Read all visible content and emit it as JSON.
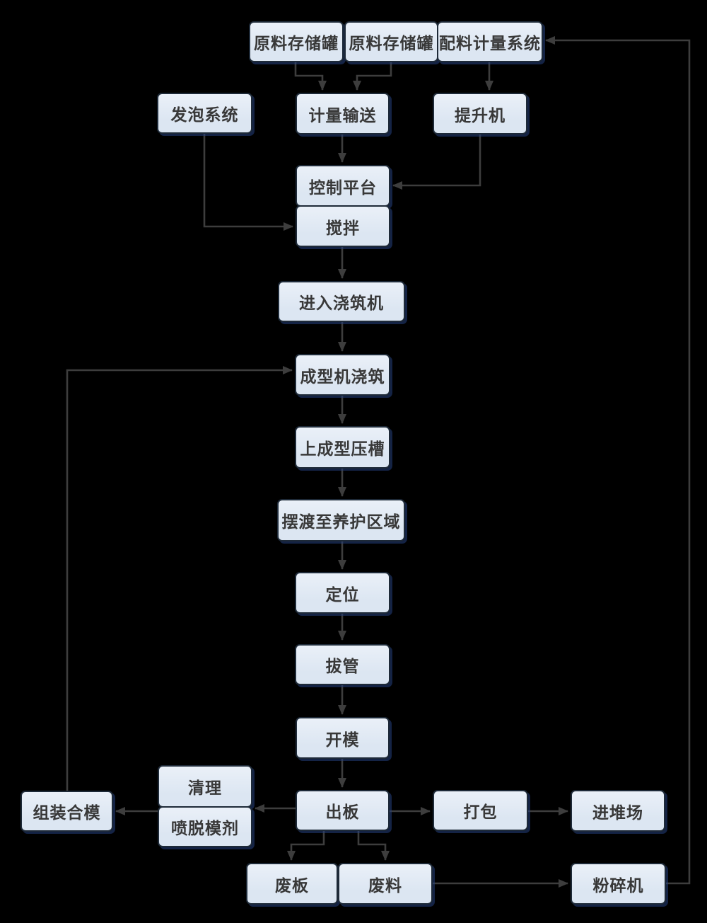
{
  "diagram": {
    "type": "flowchart",
    "description": "AAC panel production process flow diagram on black background",
    "colors": {
      "background": "#000000",
      "node_fill": "#dce6f2",
      "node_fill_top": "#eaf0f8",
      "node_border": "#1e2a38",
      "node_shadow": "#24407e",
      "connector": "#3d3d3d",
      "text": "#383838"
    },
    "nodes": [
      {
        "id": "raw-tank-1",
        "label": "原料存储罐"
      },
      {
        "id": "raw-tank-2",
        "label": "原料存储罐"
      },
      {
        "id": "batching-system",
        "label": "配料计量系统"
      },
      {
        "id": "foaming-system",
        "label": "发泡系统"
      },
      {
        "id": "metering-convey",
        "label": "计量输送"
      },
      {
        "id": "elevator",
        "label": "提升机"
      },
      {
        "id": "control-platform",
        "label": "控制平台"
      },
      {
        "id": "mixing",
        "label": "搅拌"
      },
      {
        "id": "enter-pouring-machine",
        "label": "进入浇筑机"
      },
      {
        "id": "forming-machine-pouring",
        "label": "成型机浇筑"
      },
      {
        "id": "forming-press-groove",
        "label": "上成型压槽"
      },
      {
        "id": "ferry-to-curing-area",
        "label": "摆渡至养护区域"
      },
      {
        "id": "positioning",
        "label": "定位"
      },
      {
        "id": "tube-pulling",
        "label": "拔管"
      },
      {
        "id": "mold-opening",
        "label": "开模"
      },
      {
        "id": "cleaning",
        "label": "清理"
      },
      {
        "id": "spray-release-agent",
        "label": "喷脱模剂"
      },
      {
        "id": "board-out",
        "label": "出板"
      },
      {
        "id": "assemble-close-mold",
        "label": "组装合模"
      },
      {
        "id": "packing",
        "label": "打包"
      },
      {
        "id": "stock-yard",
        "label": "进堆场"
      },
      {
        "id": "waste-board",
        "label": "废板"
      },
      {
        "id": "waste-material",
        "label": "废料"
      },
      {
        "id": "crusher",
        "label": "粉碎机"
      }
    ],
    "edges": [
      {
        "from": "raw-tank-1",
        "to": "metering-convey"
      },
      {
        "from": "raw-tank-2",
        "to": "metering-convey"
      },
      {
        "from": "batching-system",
        "to": "elevator"
      },
      {
        "from": "metering-convey",
        "to": "control-platform"
      },
      {
        "from": "elevator",
        "to": "control-platform"
      },
      {
        "from": "foaming-system",
        "to": "mixing"
      },
      {
        "from": "mixing",
        "to": "enter-pouring-machine"
      },
      {
        "from": "enter-pouring-machine",
        "to": "forming-machine-pouring"
      },
      {
        "from": "forming-machine-pouring",
        "to": "forming-press-groove"
      },
      {
        "from": "forming-press-groove",
        "to": "ferry-to-curing-area"
      },
      {
        "from": "ferry-to-curing-area",
        "to": "positioning"
      },
      {
        "from": "positioning",
        "to": "tube-pulling"
      },
      {
        "from": "tube-pulling",
        "to": "mold-opening"
      },
      {
        "from": "mold-opening",
        "to": "board-out"
      },
      {
        "from": "board-out",
        "to": "cleaning"
      },
      {
        "from": "cleaning",
        "to": "assemble-close-mold"
      },
      {
        "from": "assemble-close-mold",
        "to": "forming-machine-pouring"
      },
      {
        "from": "board-out",
        "to": "packing"
      },
      {
        "from": "packing",
        "to": "stock-yard"
      },
      {
        "from": "board-out",
        "to": "waste-board"
      },
      {
        "from": "board-out",
        "to": "waste-material"
      },
      {
        "from": "waste-material",
        "to": "crusher"
      },
      {
        "from": "crusher",
        "to": "batching-system"
      }
    ]
  }
}
